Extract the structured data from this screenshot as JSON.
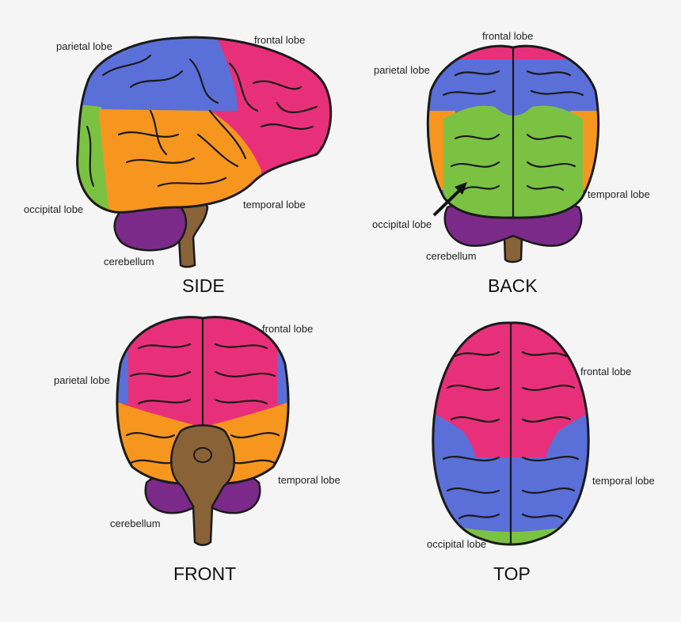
{
  "colors": {
    "frontal": "#e8307a",
    "parietal": "#5b6fd8",
    "temporal": "#f7961e",
    "occipital": "#7cc242",
    "cerebellum": "#7b2a8a",
    "brainstem": "#8a6238",
    "outline": "#1a1a1a",
    "background": "#f5f5f5"
  },
  "views": {
    "side": {
      "title": "SIDE",
      "labels": {
        "parietal": "parietal lobe",
        "frontal": "frontal lobe",
        "occipital": "occipital lobe",
        "temporal": "temporal lobe",
        "cerebellum": "cerebellum"
      }
    },
    "back": {
      "title": "BACK",
      "labels": {
        "frontal": "frontal lobe",
        "parietal": "parietal lobe",
        "temporal": "temporal lobe",
        "occipital": "occipital lobe",
        "cerebellum": "cerebellum"
      }
    },
    "front": {
      "title": "FRONT",
      "labels": {
        "frontal": "frontal lobe",
        "parietal": "parietal lobe",
        "temporal": "temporal lobe",
        "cerebellum": "cerebellum"
      }
    },
    "top": {
      "title": "TOP",
      "labels": {
        "frontal": "frontal lobe",
        "temporal": "temporal lobe",
        "occipital": "occipital lobe"
      }
    }
  }
}
